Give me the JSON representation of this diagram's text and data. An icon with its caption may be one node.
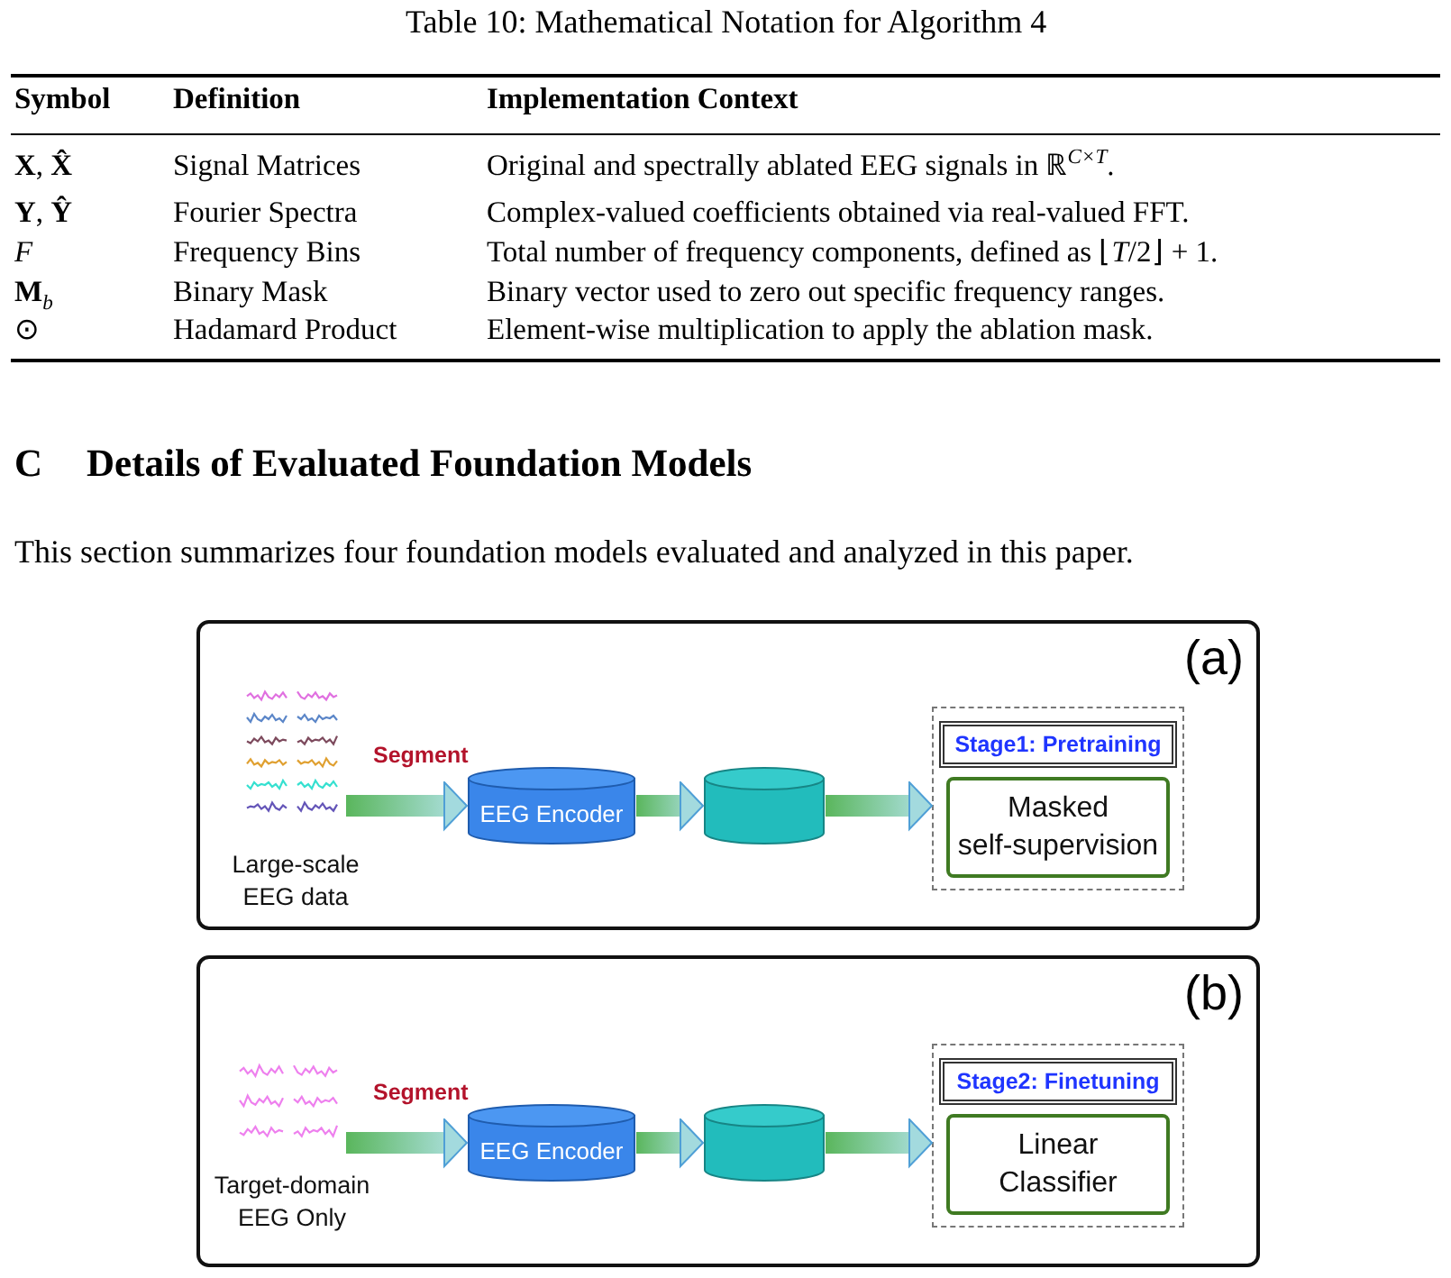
{
  "diagram": {
    "title": "Table 10: Mathematical Notation for Algorithm 4",
    "nodes": [
      {
        "text": [
          "(a)"
        ]
      },
      {
        "text": [],
        "shape": "picture",
        "beside": [
          "Large-scale EEG data"
        ],
        "in": 0
      },
      {
        "text": [
          "EEG Encoder"
        ],
        "in": 0
      },
      {
        "text": [],
        "shape": "cylinder",
        "in": 0
      },
      {
        "text": [],
        "shape": "box",
        "in": 0
      },
      {
        "text": [
          "Stage1: Pretraining"
        ],
        "in": 4
      },
      {
        "text": [
          "Masked self-supervision"
        ],
        "in": 4
      },
      {
        "text": [
          "(b)"
        ]
      },
      {
        "text": [],
        "shape": "picture",
        "beside": [
          "Target-domain EEG Only"
        ],
        "in": 7
      },
      {
        "text": [
          "EEG Encoder"
        ],
        "in": 7
      },
      {
        "text": [],
        "shape": "cylinder",
        "in": 7
      },
      {
        "text": [],
        "shape": "box",
        "in": 7
      },
      {
        "text": [
          "Stage2: Finetuning"
        ],
        "in": 11
      },
      {
        "text": [
          "Linear Classifier"
        ],
        "in": 11
      }
    ],
    "edges": [
      {
        "from": 1,
        "to": 2,
        "arrow": "to",
        "label": "Segment"
      },
      {
        "from": 2,
        "to": 3,
        "arrow": "to"
      },
      {
        "from": 3,
        "to": 4,
        "arrow": "to"
      },
      {
        "from": 8,
        "to": 9,
        "arrow": "to",
        "label": "Segment"
      },
      {
        "from": 9,
        "to": 10,
        "arrow": "to"
      },
      {
        "from": 10,
        "to": 11,
        "arrow": "to"
      }
    ],
    "labels": [
      "Symbol",
      "Definition",
      "Implementation Context",
      "**X**, **X̂**",
      "Signal Matrices",
      "Original and spectrally ablated EEG signals in ℝ$^{C×T}$.",
      "**Y**, **Ŷ**",
      "Fourier Spectra",
      "Complex-valued coefficients obtained via real-valued FFT.",
      "F",
      "Frequency Bins",
      "Total number of frequency components, defined as ⌊*T*/2⌋ + 1.",
      "**M**$_{b}$",
      "Binary Mask",
      "Binary vector used to zero out specific frequency ranges.",
      "⊙",
      "Hadamard Product",
      "Element-wise multiplication to apply the ablation mask.",
      "C",
      "Details of Evaluated Foundation Models",
      "This section summarizes four foundation models evaluated and analyzed in this paper."
    ]
  }
}
